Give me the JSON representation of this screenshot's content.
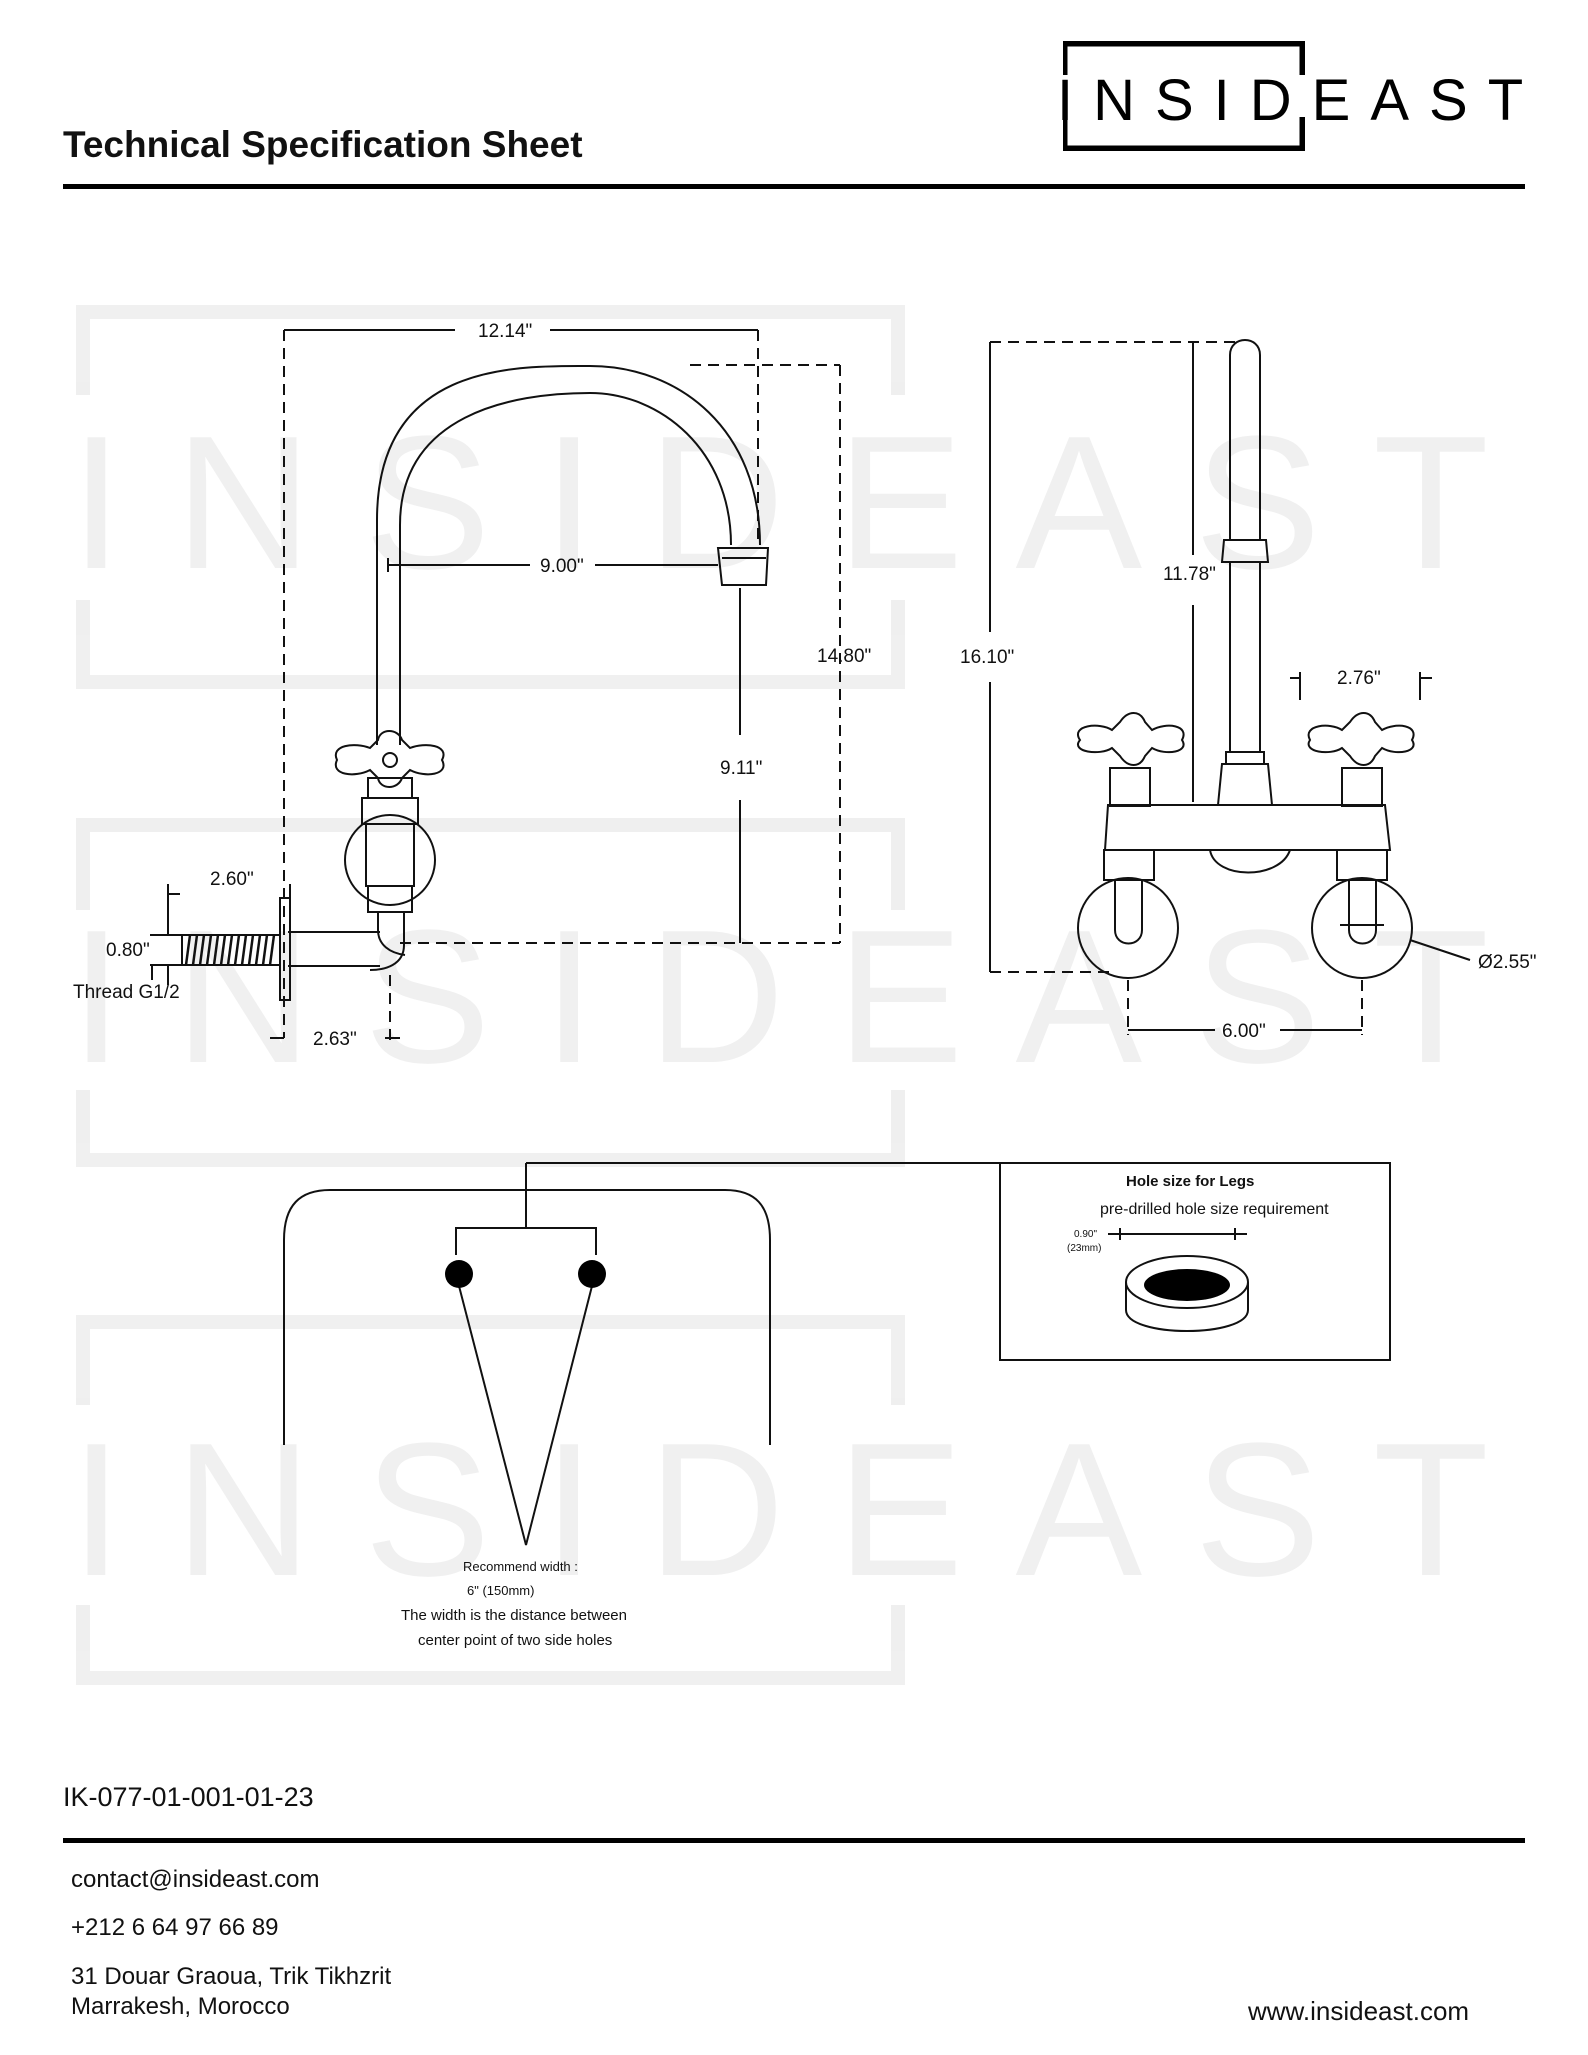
{
  "header": {
    "title": "Technical Specification Sheet",
    "logo_text": "INSIDEAST"
  },
  "watermark": {
    "text": "INSIDEAST"
  },
  "side_view": {
    "dim_width": "12.14\"",
    "dim_reach": "9.00\"",
    "dim_height": "14.80\"",
    "dim_spout_height": "9.11\"",
    "dim_flange": "2.60\"",
    "dim_thread_dia": "0.80\"",
    "thread_label": "Thread G1/2",
    "dim_wall_offset": "2.63\""
  },
  "front_view": {
    "dim_total_height": "16.10\"",
    "dim_spout": "11.78\"",
    "dim_handle": "2.76\"",
    "dim_flange_dia": "Ø2.55\"",
    "dim_centers": "6.00\""
  },
  "hole_box": {
    "title": "Hole size for Legs",
    "subtitle": "pre-drilled hole size requirement",
    "dim_in": "0.90\"",
    "dim_mm": "(23mm)"
  },
  "install_note": {
    "line1": "Recommend width :",
    "line2": "6\" (150mm)",
    "line3": "The width is the distance between",
    "line4": "center point of two side holes"
  },
  "doc_code": "IK-077-01-001-01-23",
  "footer": {
    "email": "contact@insideast.com",
    "phone": "+212 6 64 97 66 89",
    "address1": "31 Douar Graoua, Trik Tikhzrit",
    "address2": "Marrakesh, Morocco",
    "website": "www.insideast.com"
  }
}
